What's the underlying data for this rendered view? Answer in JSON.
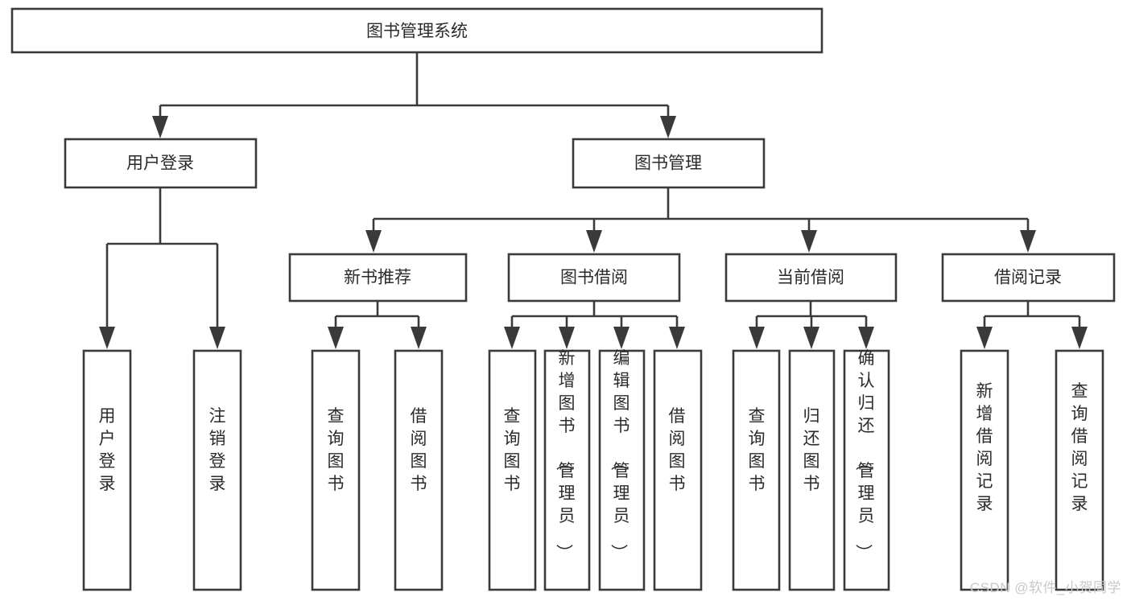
{
  "diagram": {
    "title": "图书管理系统",
    "type": "tree",
    "watermark": "CSDN @软件_小贺同学",
    "colors": {
      "box_border": "#3a3a3a",
      "box_fill": "#ffffff",
      "text": "#2b2b2b",
      "connector": "#3a3a3a",
      "background": "#ffffff",
      "watermark": "#c9c9c9"
    },
    "levels": {
      "root": {
        "label": "图书管理系统",
        "orientation": "horizontal"
      },
      "level2": [
        {
          "label": "用户登录",
          "orientation": "horizontal"
        },
        {
          "label": "图书管理",
          "orientation": "horizontal"
        }
      ],
      "level3": [
        {
          "label": "新书推荐",
          "orientation": "horizontal",
          "parent": "图书管理"
        },
        {
          "label": "图书借阅",
          "orientation": "horizontal",
          "parent": "图书管理"
        },
        {
          "label": "当前借阅",
          "orientation": "horizontal",
          "parent": "图书管理"
        },
        {
          "label": "借阅记录",
          "orientation": "horizontal",
          "parent": "图书管理"
        }
      ],
      "leaves": [
        {
          "label": "用户登录",
          "orientation": "vertical",
          "parent": "用户登录"
        },
        {
          "label": "注销登录",
          "orientation": "vertical",
          "parent": "用户登录"
        },
        {
          "label": "查询图书",
          "orientation": "vertical",
          "parent": "新书推荐"
        },
        {
          "label": "借阅图书",
          "orientation": "vertical",
          "parent": "新书推荐"
        },
        {
          "label": "查询图书",
          "orientation": "vertical",
          "parent": "图书借阅"
        },
        {
          "label": "新增图书（管理员）",
          "orientation": "vertical",
          "parent": "图书借阅"
        },
        {
          "label": "编辑图书（管理员）",
          "orientation": "vertical",
          "parent": "图书借阅"
        },
        {
          "label": "借阅图书",
          "orientation": "vertical",
          "parent": "图书借阅"
        },
        {
          "label": "查询图书",
          "orientation": "vertical",
          "parent": "当前借阅"
        },
        {
          "label": "归还图书",
          "orientation": "vertical",
          "parent": "当前借阅"
        },
        {
          "label": "确认归还（管理员）",
          "orientation": "vertical",
          "parent": "当前借阅"
        },
        {
          "label": "新增借阅记录",
          "orientation": "vertical",
          "parent": "借阅记录"
        },
        {
          "label": "查询借阅记录",
          "orientation": "vertical",
          "parent": "借阅记录"
        }
      ]
    }
  }
}
